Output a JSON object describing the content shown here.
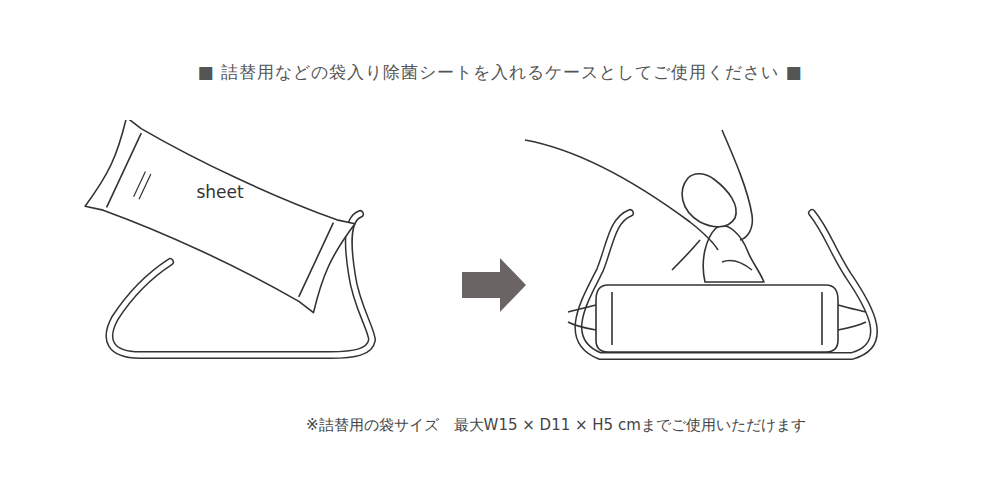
{
  "diagram": {
    "title": "■ 詰替用などの袋入り除菌シートを入れるケースとしてご使用ください ■",
    "nodes": [
      {
        "text": [
          "sheet"
        ]
      }
    ],
    "labels": [
      "※詰替用の袋サイズ　最大W15 × D11 × H5 cmまでご使用いただけます"
    ]
  }
}
